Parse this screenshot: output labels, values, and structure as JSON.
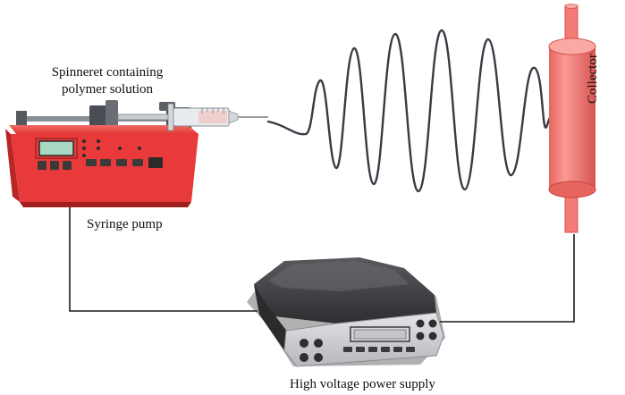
{
  "labels": {
    "spinneret_line1": "Spinneret containing",
    "spinneret_line2": "polymer solution",
    "syringe_pump": "Syringe pump",
    "high_voltage": "High voltage power supply",
    "collector": "Collector"
  },
  "colors": {
    "pump_red": "#e83a3a",
    "pump_red_dark": "#b82626",
    "collector_pink": "#f47a76",
    "collector_pink_dark": "#d9534f",
    "wire": "#1a1a1a",
    "display_green": "#a9d8c3",
    "psu_dark": "#3c3c3e",
    "psu_silver": "#cfd0d4"
  },
  "icons": {
    "syringe_pump": "syringe-pump-icon",
    "syringe": "syringe-icon",
    "polymer_jet": "polymer-jet-icon",
    "collector": "collector-drum-icon",
    "power_supply": "power-supply-icon"
  }
}
